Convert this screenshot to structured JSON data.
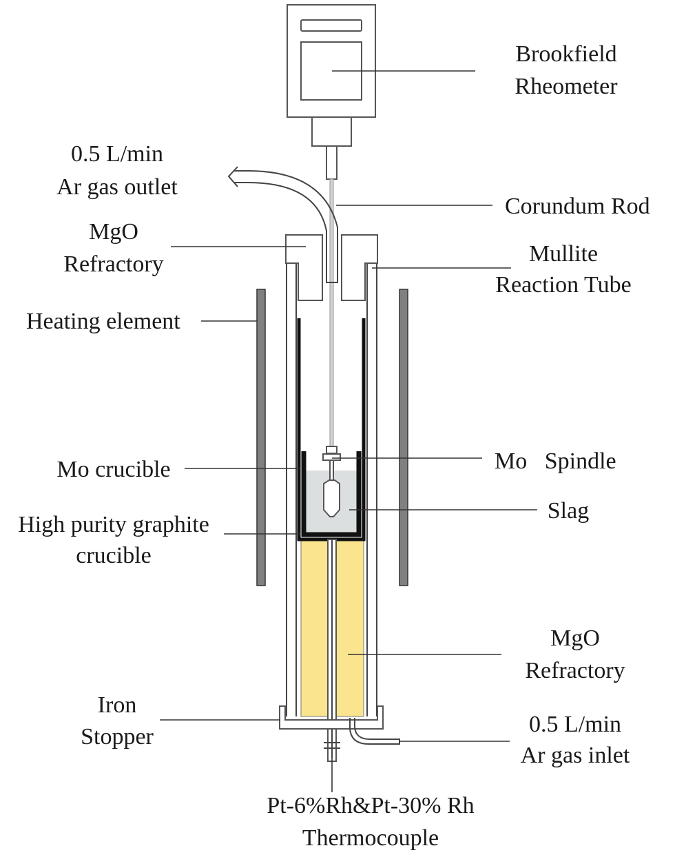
{
  "title": "Viscosity measurement apparatus",
  "labels": {
    "rheometer": [
      "Brookfield",
      "Rheometer"
    ],
    "gas_outlet": [
      "0.5 L/min",
      "Ar gas outlet"
    ],
    "corundum_rod": "Corundum Rod",
    "mgo_top": [
      "MgO",
      "Refractory"
    ],
    "mullite": [
      "Mullite",
      "Reaction Tube"
    ],
    "heating": "Heating element",
    "mo_crucible": "Mo crucible",
    "mo_spindle": "Mo   Spindle",
    "slag": "Slag",
    "graphite": [
      "High purity graphite",
      "crucible"
    ],
    "mgo_bottom": [
      "MgO",
      "Refractory"
    ],
    "iron_stopper": [
      "Iron",
      "Stopper"
    ],
    "gas_inlet": [
      "0.5 L/min",
      "Ar gas inlet"
    ],
    "thermocouple": [
      "Pt-6%Rh&Pt-30% Rh",
      "Thermocouple"
    ]
  },
  "colors": {
    "refractory": "#fbe48e",
    "slag": "#dcdfdf",
    "crucible": "#111111",
    "heater": "#808080"
  }
}
